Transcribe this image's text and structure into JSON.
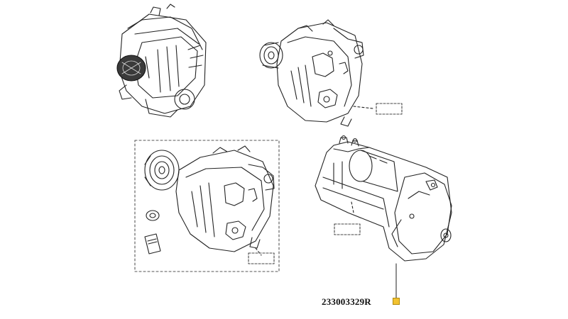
{
  "diagram": {
    "part_number": "233003329R",
    "marker_color": "#f2c230",
    "line_color": "#222222",
    "label_boxes": [
      {
        "id": "alternator-top",
        "text": ""
      },
      {
        "id": "alternator-kit",
        "text": ""
      },
      {
        "id": "starter-left",
        "text": ""
      }
    ],
    "parts": [
      "engine-assembly",
      "alternator",
      "alternator-kit",
      "starter-motor"
    ]
  }
}
